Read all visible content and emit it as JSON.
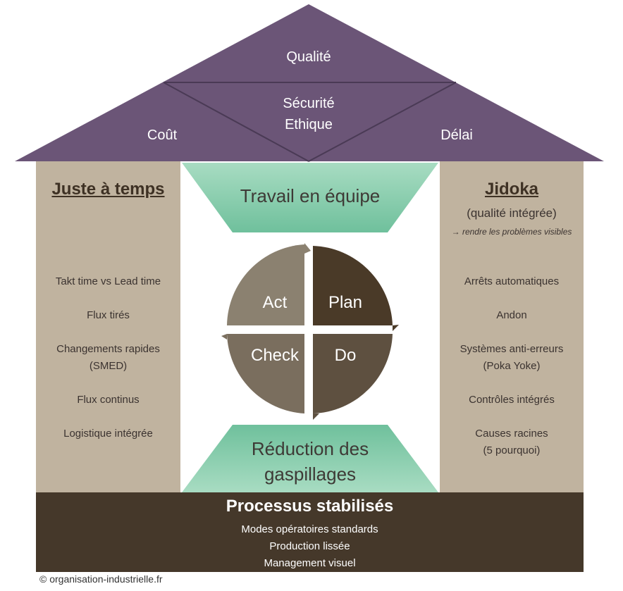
{
  "roof": {
    "quality": "Qualité",
    "safety_line1": "Sécurité",
    "safety_line2": "Ethique",
    "cost": "Coût",
    "delay": "Délai",
    "color": "#6b5577"
  },
  "left_pillar": {
    "title": "Juste à temps",
    "items": [
      "Takt time vs Lead time",
      "Flux tirés",
      "Changements rapides\n(SMED)",
      "Flux continus",
      "Logistique intégrée"
    ]
  },
  "right_pillar": {
    "title": "Jidoka",
    "subtitle": "(qualité intégrée)",
    "note": "→ rendre les problèmes visibles",
    "items": [
      "Arrêts automatiques",
      "Andon",
      "Systèmes anti-erreurs\n(Poka Yoke)",
      "Contrôles intégrés",
      "Causes racines\n(5 pourquoi)"
    ]
  },
  "center": {
    "top_block": "Travail en équipe",
    "bottom_block_line1": "Réduction des",
    "bottom_block_line2": "gaspillages",
    "block_color": "#8fd0b0"
  },
  "pdca": {
    "act": "Act",
    "plan": "Plan",
    "check": "Check",
    "do": "Do"
  },
  "base": {
    "title": "Processus stabilisés",
    "items": [
      "Modes opératoires standards",
      "Production lissée",
      "Management visuel"
    ]
  },
  "copyright": "© organisation-industrielle.fr"
}
